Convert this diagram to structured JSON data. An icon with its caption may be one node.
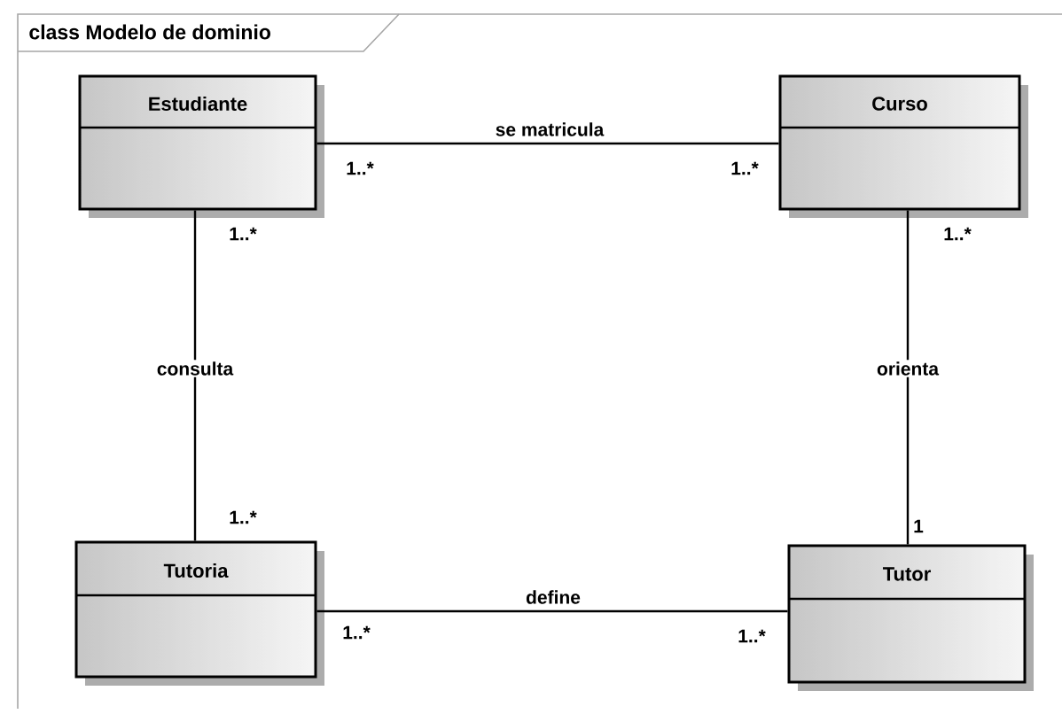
{
  "diagram": {
    "title": "class Modelo de dominio",
    "nodes": [
      {
        "text": [
          "Estudiante"
        ]
      },
      {
        "text": [
          "Curso"
        ]
      },
      {
        "text": [
          "Tutoria"
        ]
      },
      {
        "text": [
          "Tutor"
        ]
      }
    ],
    "edges": [
      {
        "from": 0,
        "to": 1,
        "arrow": "none",
        "label": "se matricula"
      },
      {
        "from": 0,
        "to": 2,
        "arrow": "none",
        "label": "consulta"
      },
      {
        "from": 1,
        "to": 3,
        "arrow": "none",
        "label": "orienta"
      },
      {
        "from": 2,
        "to": 3,
        "arrow": "none",
        "label": "define"
      }
    ],
    "labels": [
      "1..*",
      "1..*",
      "1..*",
      "1..*",
      "1..*",
      "1",
      "1..*",
      "1..*"
    ]
  }
}
